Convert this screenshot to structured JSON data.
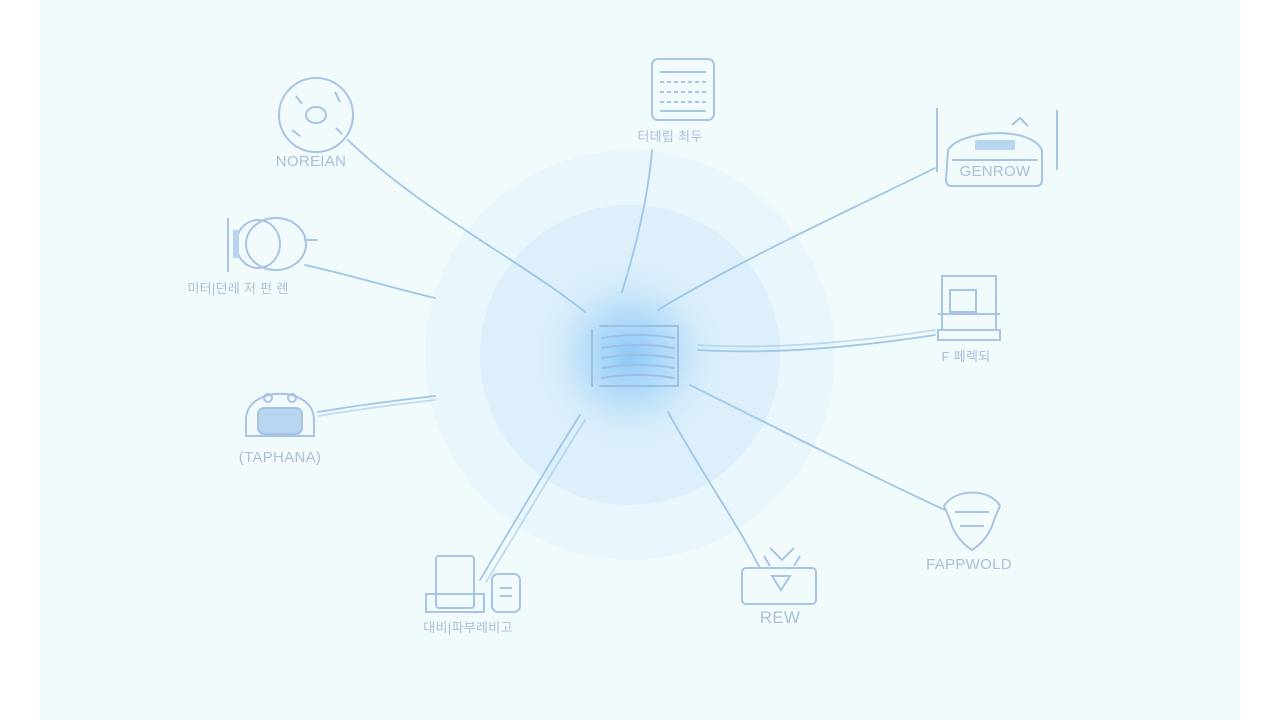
{
  "colors": {
    "background": "#f2fbfc",
    "line": "#9cc6ea",
    "icon": "#a7c4e4",
    "label": "#a9bfd6",
    "glow": "#8ec8f5"
  },
  "hub": {
    "icon": "stacked-documents-icon"
  },
  "nodes": [
    {
      "id": "norean",
      "label": "NOREIAN",
      "icon": "disc-icon"
    },
    {
      "id": "top-doc",
      "label": "터데립 최두",
      "icon": "document-grid-icon"
    },
    {
      "id": "genrow",
      "label": "GENROW",
      "icon": "machine-icon"
    },
    {
      "id": "left-cyl",
      "label": "미터|던레 저 펀 렌",
      "icon": "cylinder-icon"
    },
    {
      "id": "right-monitor",
      "label": "F 페렉되",
      "icon": "monitor-icon"
    },
    {
      "id": "taphana",
      "label": "(TAPHANA)",
      "icon": "robot-head-icon"
    },
    {
      "id": "fappwold",
      "label": "FAPPWOLD",
      "icon": "shield-icon"
    },
    {
      "id": "bottom-device",
      "label": "대비|파부레비고",
      "icon": "tablet-phone-icon"
    },
    {
      "id": "rew",
      "label": "REW",
      "icon": "lamp-icon"
    }
  ]
}
